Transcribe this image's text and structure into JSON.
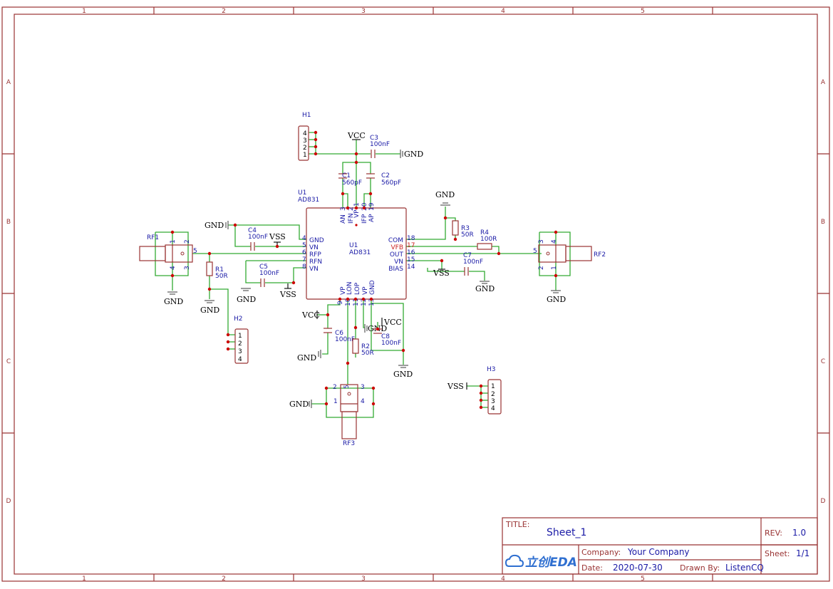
{
  "frame": {
    "columns": [
      "1",
      "2",
      "3",
      "4",
      "5"
    ],
    "rows": [
      "A",
      "B",
      "C",
      "D"
    ]
  },
  "title_block": {
    "title_label": "TITLE:",
    "title": "Sheet_1",
    "rev_label": "REV:",
    "rev": "1.0",
    "company_label": "Company:",
    "company": "Your Company",
    "sheet_label": "Sheet:",
    "sheet": "1/1",
    "date_label": "Date:",
    "date": "2020-07-30",
    "drawn_label": "Drawn By:",
    "drawn": "ListenCQ",
    "logo_text": "立创EDA"
  },
  "nets": {
    "gnd": "GND",
    "vcc": "VCC",
    "vss": "VSS"
  },
  "u1": {
    "ref": "U1",
    "value": "AD831",
    "top_pins": [
      {
        "name": "AN",
        "num": "3"
      },
      {
        "name": "IFN",
        "num": "2"
      },
      {
        "name": "VP",
        "num": "1"
      },
      {
        "name": "IFP",
        "num": "20"
      },
      {
        "name": "AP",
        "num": "19"
      }
    ],
    "left_pins": [
      {
        "name": "GND",
        "num": "4"
      },
      {
        "name": "VN",
        "num": "5"
      },
      {
        "name": "RFP",
        "num": "6"
      },
      {
        "name": "RFN",
        "num": "7"
      },
      {
        "name": "VN",
        "num": "8"
      }
    ],
    "right_pins": [
      {
        "name": "COM",
        "num": "18"
      },
      {
        "name": "VFB",
        "num": "17"
      },
      {
        "name": "OUT",
        "num": "16"
      },
      {
        "name": "VN",
        "num": "15"
      },
      {
        "name": "BIAS",
        "num": "14"
      }
    ],
    "bottom_pins": [
      {
        "name": "VP",
        "num": "9"
      },
      {
        "name": "LON",
        "num": "10"
      },
      {
        "name": "LOP",
        "num": "11"
      },
      {
        "name": "VP",
        "num": "12"
      },
      {
        "name": "GND",
        "num": "13"
      }
    ]
  },
  "components": {
    "c1": {
      "ref": "C1",
      "value": "560pF"
    },
    "c2": {
      "ref": "C2",
      "value": "560pF"
    },
    "c3": {
      "ref": "C3",
      "value": "100nF"
    },
    "c4": {
      "ref": "C4",
      "value": "100nF"
    },
    "c5": {
      "ref": "C5",
      "value": "100nF"
    },
    "c6": {
      "ref": "C6",
      "value": "100nF"
    },
    "c7": {
      "ref": "C7",
      "value": "100nF"
    },
    "c8": {
      "ref": "C8",
      "value": "100nF"
    },
    "r1": {
      "ref": "R1",
      "value": "50R"
    },
    "r2": {
      "ref": "R2",
      "value": "50R"
    },
    "r3": {
      "ref": "R3",
      "value": "50R"
    },
    "r4": {
      "ref": "R4",
      "value": "100R"
    },
    "h1": {
      "ref": "H1",
      "pins": [
        "4",
        "3",
        "2",
        "1"
      ]
    },
    "h2": {
      "ref": "H2",
      "pins": [
        "1",
        "2",
        "3",
        "4"
      ]
    },
    "h3": {
      "ref": "H3",
      "pins": [
        "1",
        "2",
        "3",
        "4"
      ]
    },
    "rf1": {
      "ref": "RF1",
      "pins": [
        "1",
        "2",
        "4",
        "3",
        "5"
      ]
    },
    "rf2": {
      "ref": "RF2",
      "pins": [
        "3",
        "4",
        "2",
        "1",
        "5"
      ]
    },
    "rf3": {
      "ref": "RF3",
      "pins": [
        "2",
        "5",
        "3",
        "1",
        "4"
      ]
    }
  }
}
